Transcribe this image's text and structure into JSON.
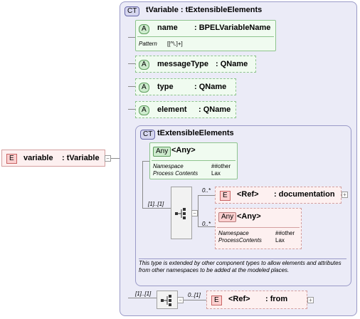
{
  "root": {
    "badge": "E",
    "name": "variable",
    "type": ": tVariable"
  },
  "outer": {
    "badge": "CT",
    "title": "tVariable : tExtensibleElements"
  },
  "attributes": [
    {
      "badge": "A",
      "name": "name",
      "type": ": BPELVariableName",
      "facet_label": "Pattern",
      "facet_value": "[[^\\.]+]"
    },
    {
      "badge": "A",
      "name": "messageType",
      "type": ": QName"
    },
    {
      "badge": "A",
      "name": "type",
      "type": ": QName"
    },
    {
      "badge": "A",
      "name": "element",
      "type": ": QName"
    }
  ],
  "inner": {
    "badge": "CT",
    "title": "tExtensibleElements",
    "any1": {
      "badge": "Any",
      "title": "<Any>",
      "ns_label": "Namespace",
      "ns_value": "##other",
      "pc_label": "Process Contents",
      "pc_value": "Lax"
    },
    "seq_card": "[1]..[1]",
    "doc": {
      "card": "0..*",
      "badge": "E",
      "title": "<Ref>",
      "type": ": documentation"
    },
    "any2": {
      "card": "0..*",
      "badge": "Any",
      "title": "<Any>",
      "ns_label": "Namespace",
      "ns_value": "##other",
      "pc_label": "ProcessContents",
      "pc_value": "Lax"
    },
    "note": "This type is extended by other component types to allow elements and attributes from other namespaces to be added at the modeled places."
  },
  "from": {
    "seq_card": "[1]..[1]",
    "card": "0..[1]",
    "badge": "E",
    "title": "<Ref>",
    "type": ": from"
  }
}
